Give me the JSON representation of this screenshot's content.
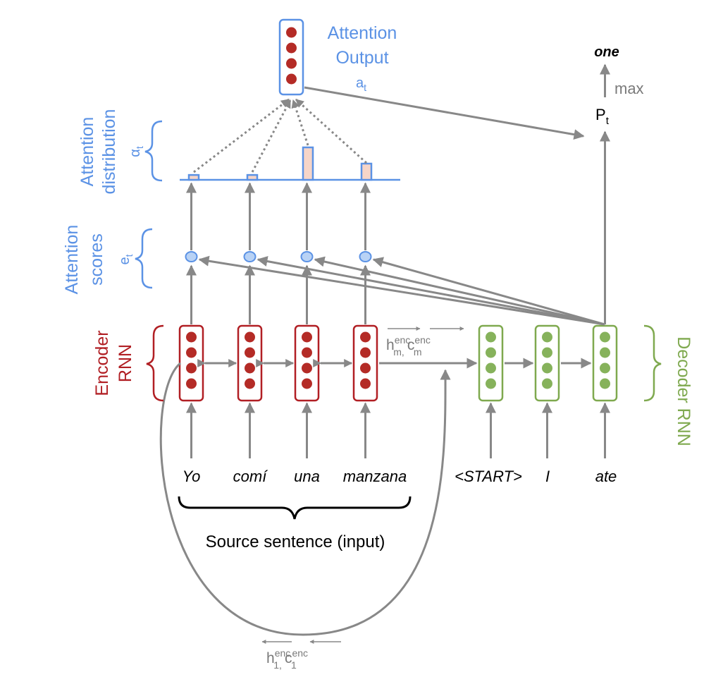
{
  "colors": {
    "encoder": "#b11f24",
    "decoder": "#7fa94f",
    "attention": "#5b92e5",
    "arrow": "#888888",
    "encoder_dot": "#b42b26",
    "decoder_dot": "#86b25b",
    "bar_fill": "#f6d5c8",
    "score_dot": "#b8d2f5"
  },
  "attention_output": {
    "title_line1": "Attention",
    "title_line2": "Output",
    "symbol": "a",
    "symbol_sub": "t"
  },
  "attention_distribution": {
    "label_line1": "Attention",
    "label_line2": "distribution",
    "symbol": "α",
    "symbol_sub": "t",
    "weights": [
      0.15,
      0.15,
      1.0,
      0.5
    ]
  },
  "attention_scores": {
    "label_line1": "Attention",
    "label_line2": "scores",
    "symbol": "e",
    "symbol_sub": "t"
  },
  "encoder": {
    "label_line1": "Encoder",
    "label_line2": "RNN",
    "words": [
      "Yo",
      "comí",
      "una",
      "manzana"
    ],
    "final_state": {
      "h": "h",
      "h_sup": "enc",
      "h_sub": "m,",
      "c": "c",
      "c_sup": "enc",
      "c_sub": "m"
    },
    "first_state": {
      "h": "h",
      "h_sup": "enc",
      "h_sub": "1,",
      "c": "c",
      "c_sup": "enc",
      "c_sub": "1"
    }
  },
  "decoder": {
    "label": "Decoder RNN",
    "words": [
      "<START>",
      "I",
      "ate"
    ]
  },
  "output": {
    "p": "P",
    "p_sub": "t",
    "max_label": "max",
    "word": "one"
  },
  "source_brace_label": "Source sentence (input)"
}
